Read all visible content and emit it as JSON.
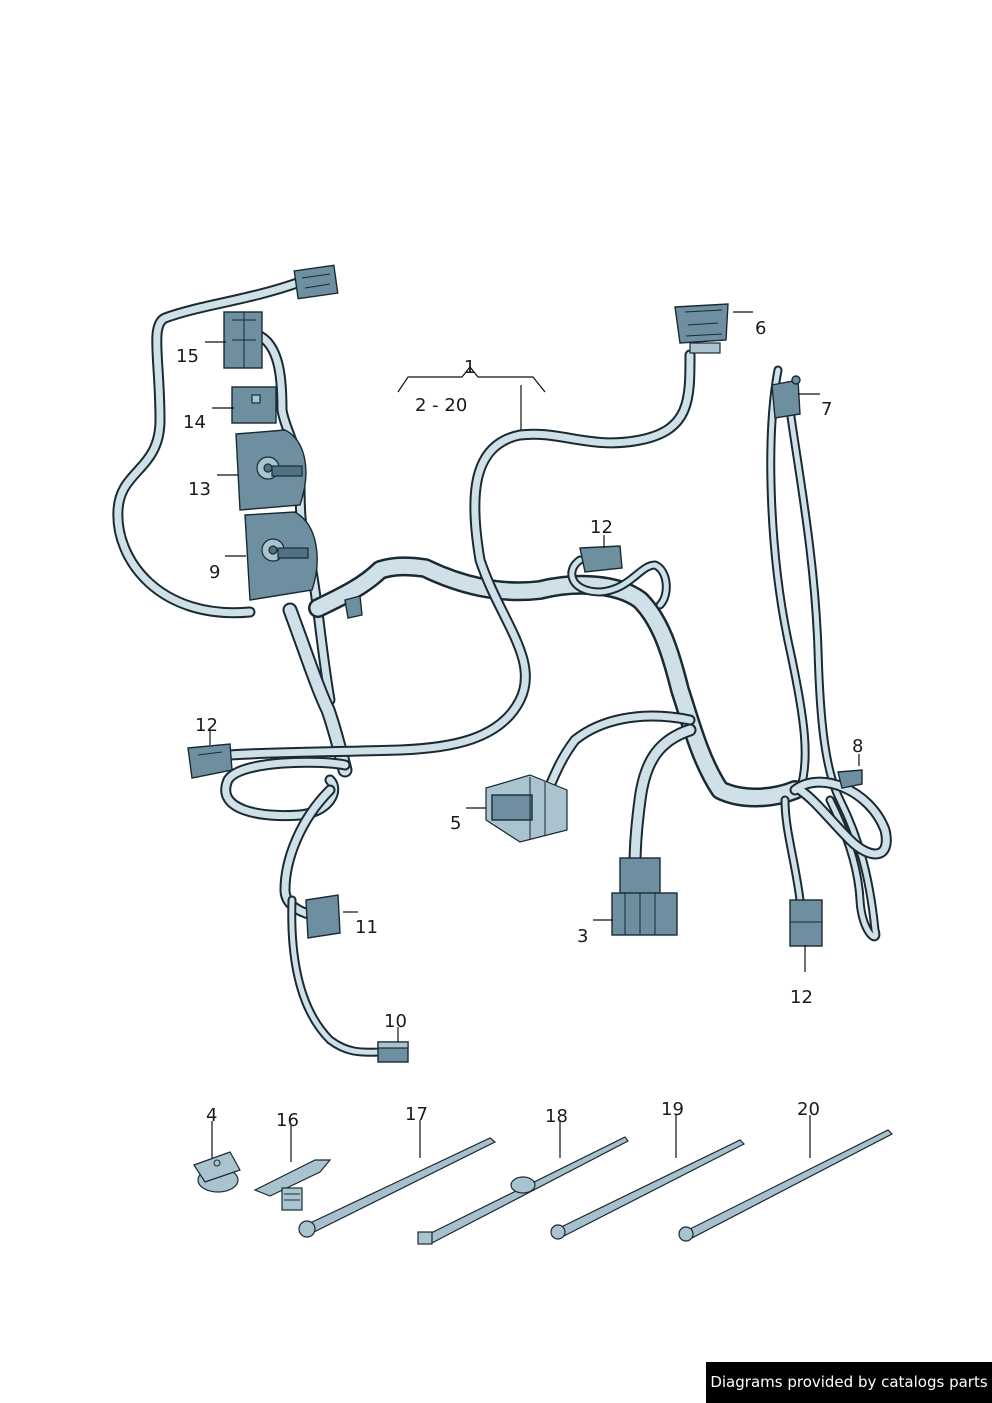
{
  "diagram": {
    "title_callout": "1",
    "range_callout": "2 - 20",
    "colors": {
      "connector": "#6d8fa0",
      "connector_dark": "#4f7385",
      "wire_fill": "#cfe0e8",
      "outline": "#1a2a33",
      "background": "#ffffff"
    },
    "callouts": [
      {
        "id": "c15",
        "label": "15",
        "part": "connector"
      },
      {
        "id": "c14",
        "label": "14",
        "part": "connector"
      },
      {
        "id": "c13",
        "label": "13",
        "part": "connector housing"
      },
      {
        "id": "c9",
        "label": "9",
        "part": "connector housing"
      },
      {
        "id": "c6",
        "label": "6",
        "part": "connector"
      },
      {
        "id": "c7",
        "label": "7",
        "part": "connector"
      },
      {
        "id": "c12a",
        "label": "12",
        "part": "connector"
      },
      {
        "id": "c12b",
        "label": "12",
        "part": "connector"
      },
      {
        "id": "c8",
        "label": "8",
        "part": "clip"
      },
      {
        "id": "c5",
        "label": "5",
        "part": "connector"
      },
      {
        "id": "c3",
        "label": "3",
        "part": "connector"
      },
      {
        "id": "c12c",
        "label": "12",
        "part": "connector"
      },
      {
        "id": "c11",
        "label": "11",
        "part": "connector"
      },
      {
        "id": "c10",
        "label": "10",
        "part": "connector"
      },
      {
        "id": "c4",
        "label": "4",
        "part": "clip"
      },
      {
        "id": "c16",
        "label": "16",
        "part": "holder"
      },
      {
        "id": "c17",
        "label": "17",
        "part": "cable tie"
      },
      {
        "id": "c18",
        "label": "18",
        "part": "cable tie"
      },
      {
        "id": "c19",
        "label": "19",
        "part": "cable tie"
      },
      {
        "id": "c20",
        "label": "20",
        "part": "cable tie"
      }
    ]
  },
  "footer": {
    "credit": "Diagrams provided by catalogs parts"
  }
}
